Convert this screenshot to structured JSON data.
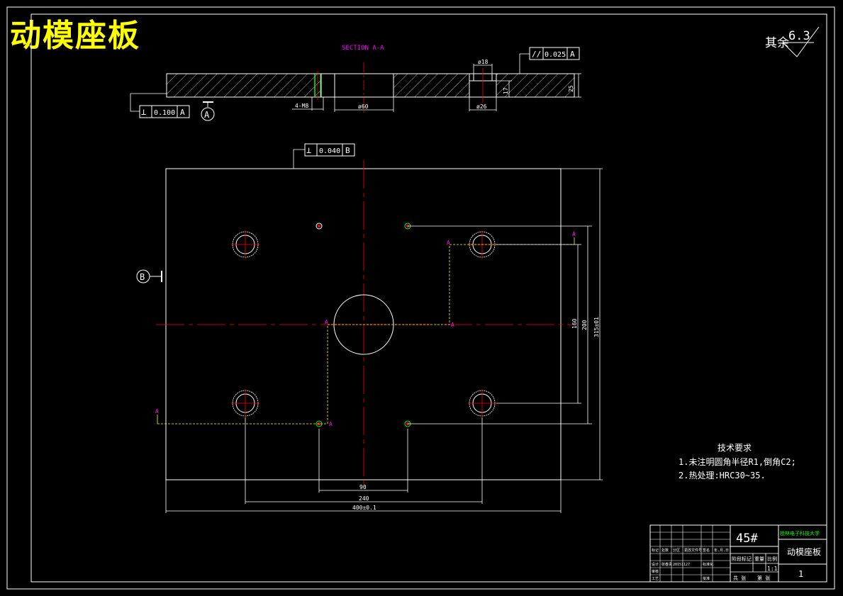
{
  "title": "动模座板",
  "section_label": "SECTION A-A",
  "roughness": {
    "prefix": "其余",
    "value": "6.3"
  },
  "tolerances": {
    "parallel": {
      "symbol": "//",
      "value": "0.025",
      "datum": "A"
    },
    "perp_side": {
      "symbol": "⊥",
      "value": "0.100",
      "datum": "A"
    },
    "perp_top": {
      "symbol": "⊥",
      "value": "0.040",
      "datum": "B"
    }
  },
  "datums": {
    "a": "A",
    "b": "B"
  },
  "section_dims": {
    "thread": "4-M8",
    "bore": "ø60",
    "cbore_top": "ø18",
    "cbore_depth": "17",
    "cbore_bottom": "ø26",
    "thickness": "25"
  },
  "plan_dims": {
    "d90": "90",
    "d240": "240",
    "d400": "400±0.1",
    "d160": "160",
    "d200": "200",
    "d315": "315±01"
  },
  "cut_marks": [
    "A",
    "A",
    "A",
    "A",
    "A",
    "A"
  ],
  "tech_requirements": {
    "heading": "技术要求",
    "lines": [
      "1.未注明圆角半径R1,倒角C2;",
      "2.热处理:HRC30~35."
    ]
  },
  "title_block": {
    "material": "45#",
    "school": "桂林电子科技大学",
    "part_name": "动模座板",
    "count": "1",
    "scale": "1:1",
    "stage_mark": "阶段标记",
    "weight": "重量",
    "ratio": "比例",
    "sheet_total": "共  张",
    "sheet_no": "第  张",
    "row_labels": [
      "标记",
      "处数",
      "分区",
      "更改文件号",
      "签名",
      "年.月.日"
    ],
    "row2_labels": [
      "设计",
      "张春贵",
      "20151127",
      "标准化"
    ],
    "row3_labels": [
      "审核"
    ],
    "row4_labels": [
      "工艺",
      "批准"
    ]
  },
  "colors": {
    "background": "#000000",
    "line": "#ffffff",
    "center": "#ff0000",
    "hidden": "#ffff00",
    "section_text": "#ff00ff",
    "thread": "#00ff00",
    "title": "#ffff00"
  }
}
